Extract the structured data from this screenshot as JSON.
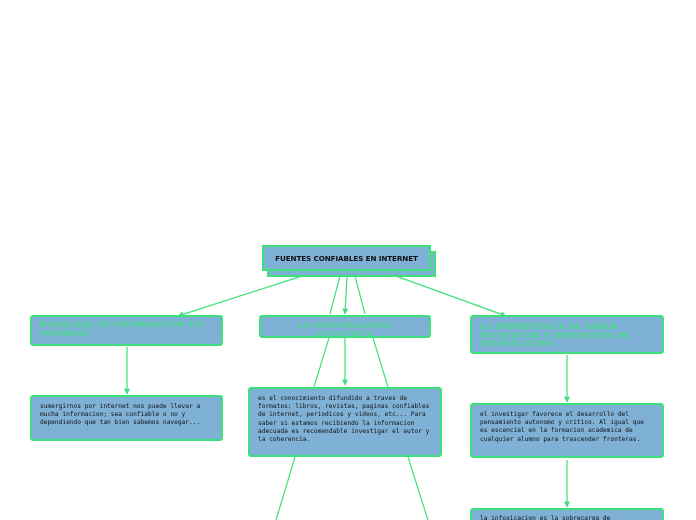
{
  "map": {
    "root": "FUENTES CONFIABLES EN INTERNET",
    "left": {
      "title": "BUSQUEDA DE INFORMACION EN INTERNET.",
      "text": "sumergirnos por internet nos puede llevar a mucha informacion; sea confiable o no y dependiendo que tan bien sabemos navegar..."
    },
    "center": {
      "title": "LA INVESTIGACION CIENTIFICA",
      "text": "es el conocimiento difundido a traves de formatos: libros, revistas, paginas confiables de internet, periodicos y videos, etc... Para saber si estamos recibiendo la informacion adecuada es recomendable investigar el autor y la coherencia."
    },
    "right": {
      "title": "LA IMPORTANCIA DE SABER INVESTIGAR Y DEFINICION DE INFOXICACION.",
      "text": "el investigar favorece el desarrollo del pensamiento autonomo y critico. Al igual que es escencial en la formacion academica de cualquier alumno para trascender fronteras.",
      "text2": "la infoxicacion es la sobrecarga de"
    }
  },
  "colors": {
    "node_fill": "#7fb0d6",
    "node_border": "#3ee07a",
    "connector": "#3ee07a",
    "background": "#ffffff"
  }
}
